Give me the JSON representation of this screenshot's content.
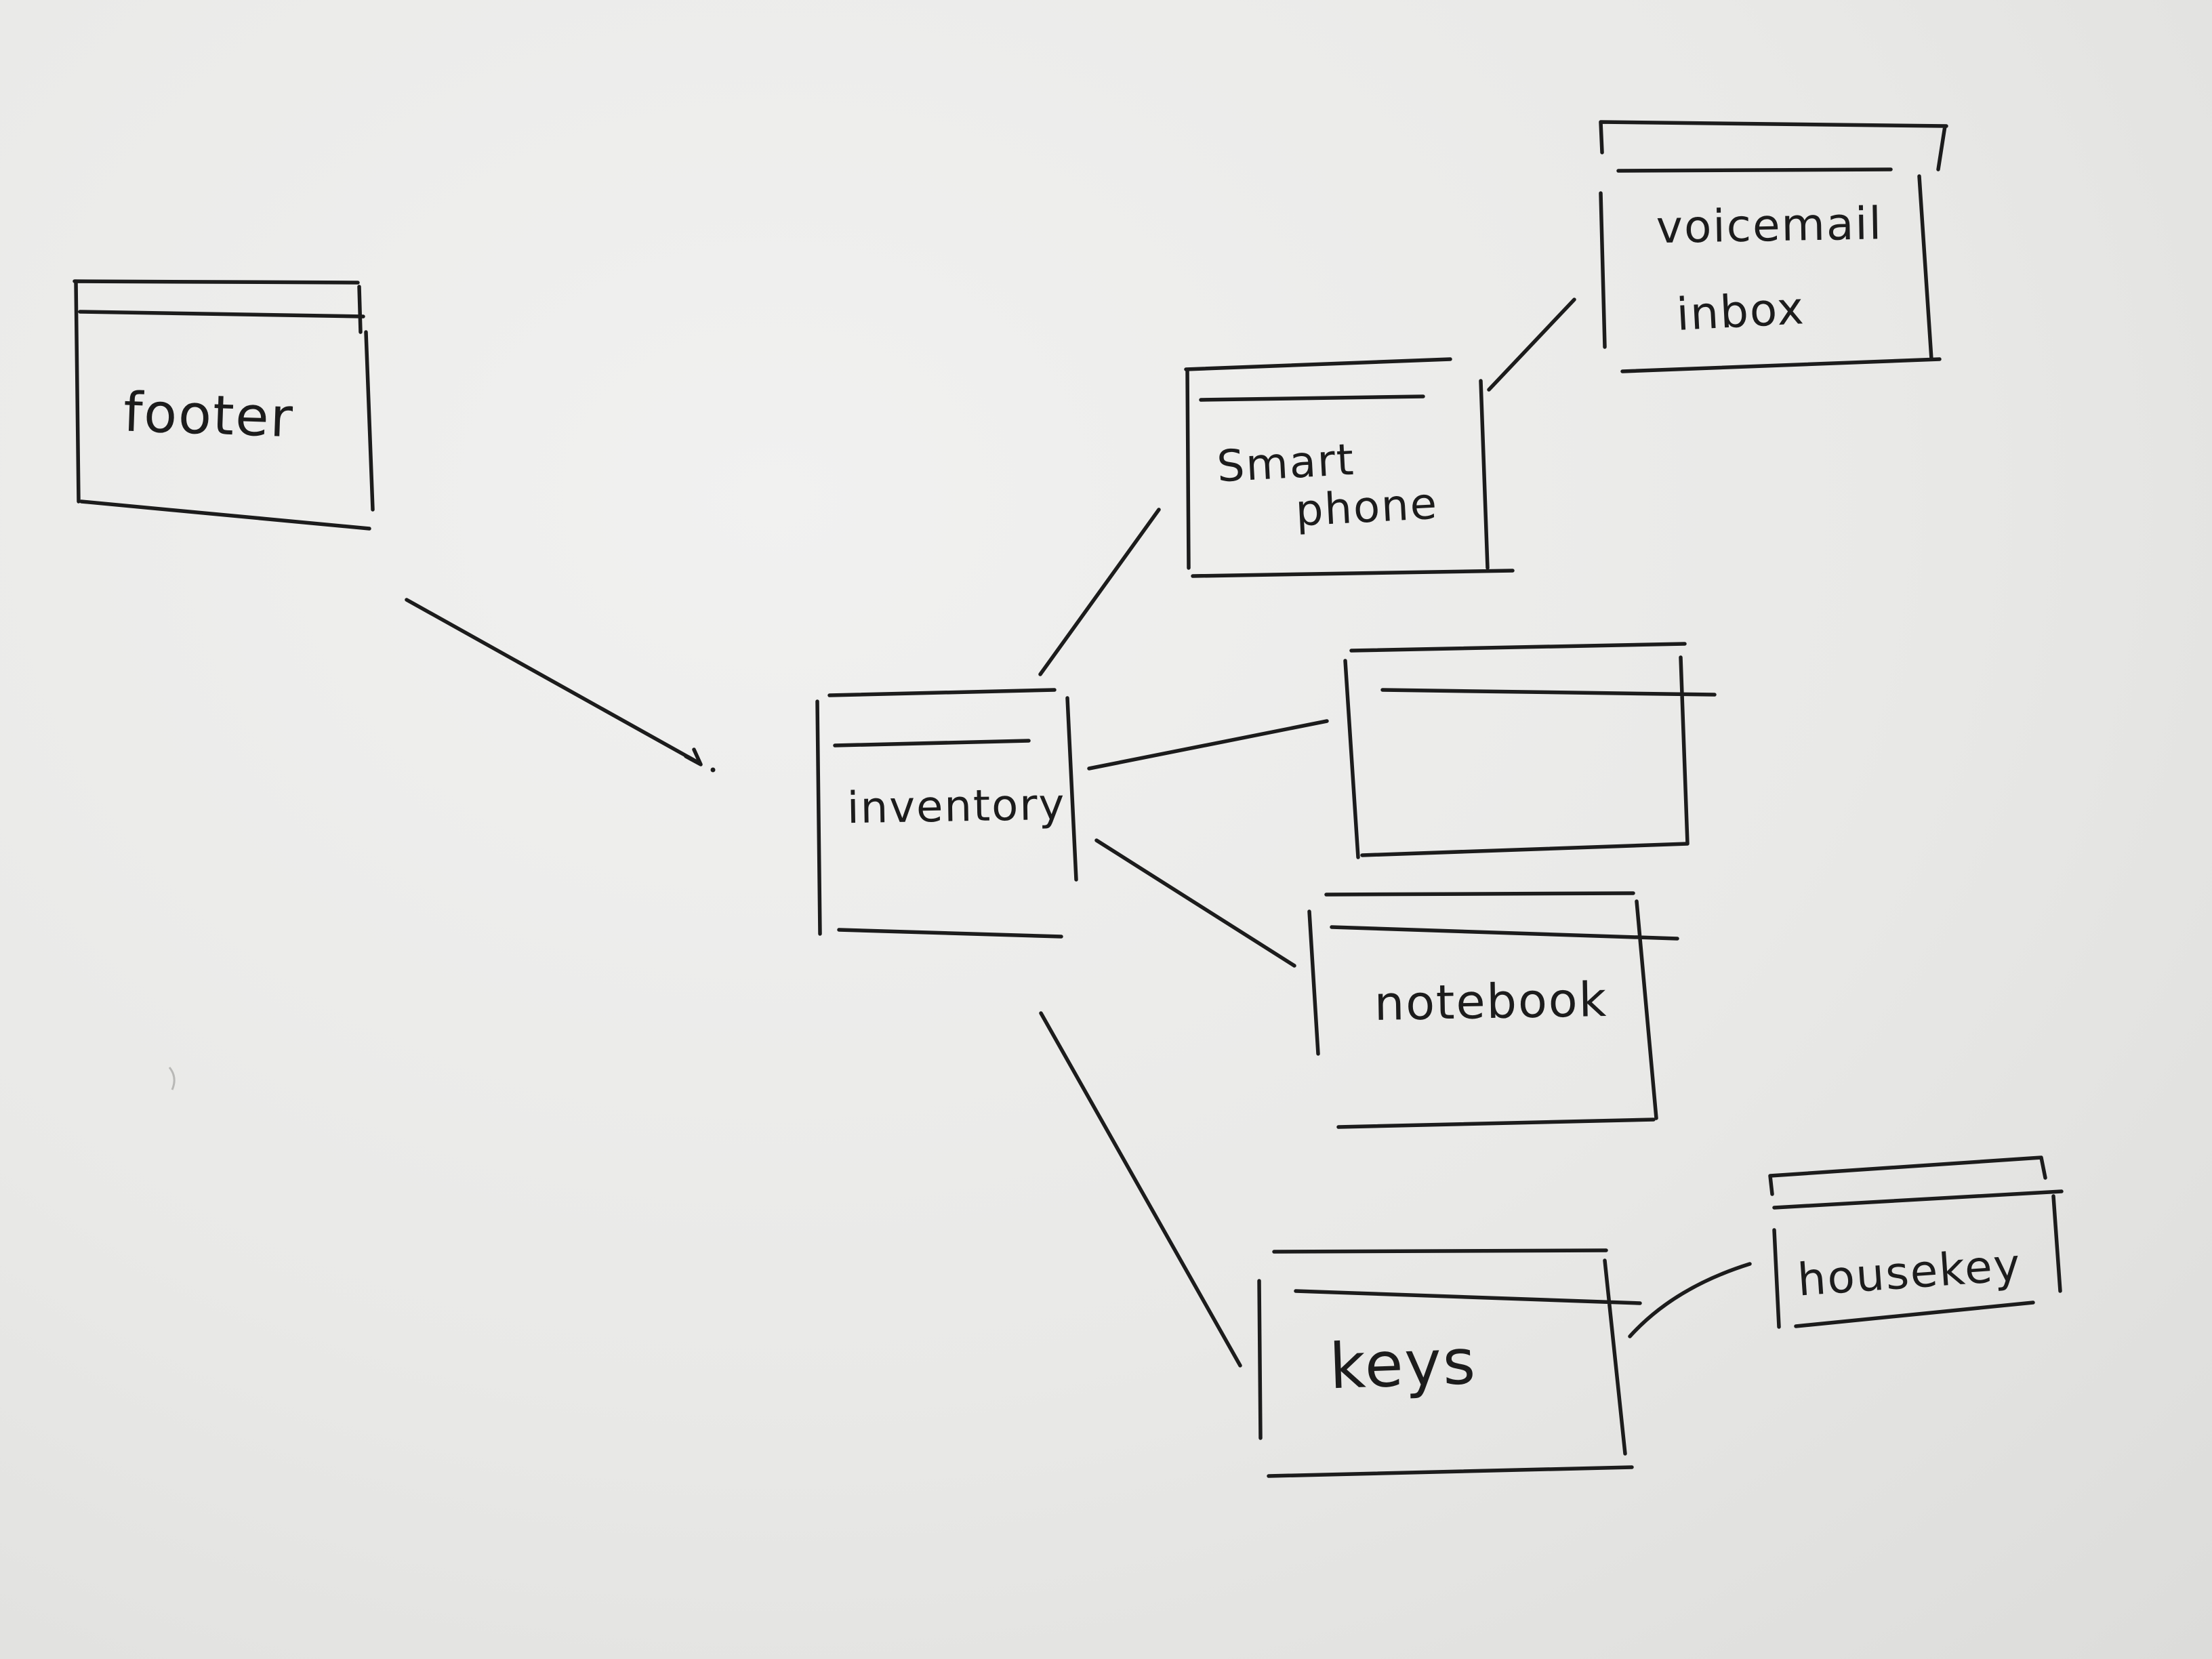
{
  "nodes": {
    "footer": {
      "label": "footer"
    },
    "smartphone": {
      "label_line1": "Smart",
      "label_line2": "phone"
    },
    "voicemail": {
      "label_line1": "voicemail",
      "label_line2": "inbox"
    },
    "inventory": {
      "label": "inventory"
    },
    "blank": {
      "label": ""
    },
    "notebook": {
      "label": "notebook"
    },
    "keys": {
      "label": "keys"
    },
    "housekey": {
      "label": "housekey"
    }
  },
  "colors": {
    "ink": "#1c1c1c",
    "paper": "#ebebea"
  }
}
